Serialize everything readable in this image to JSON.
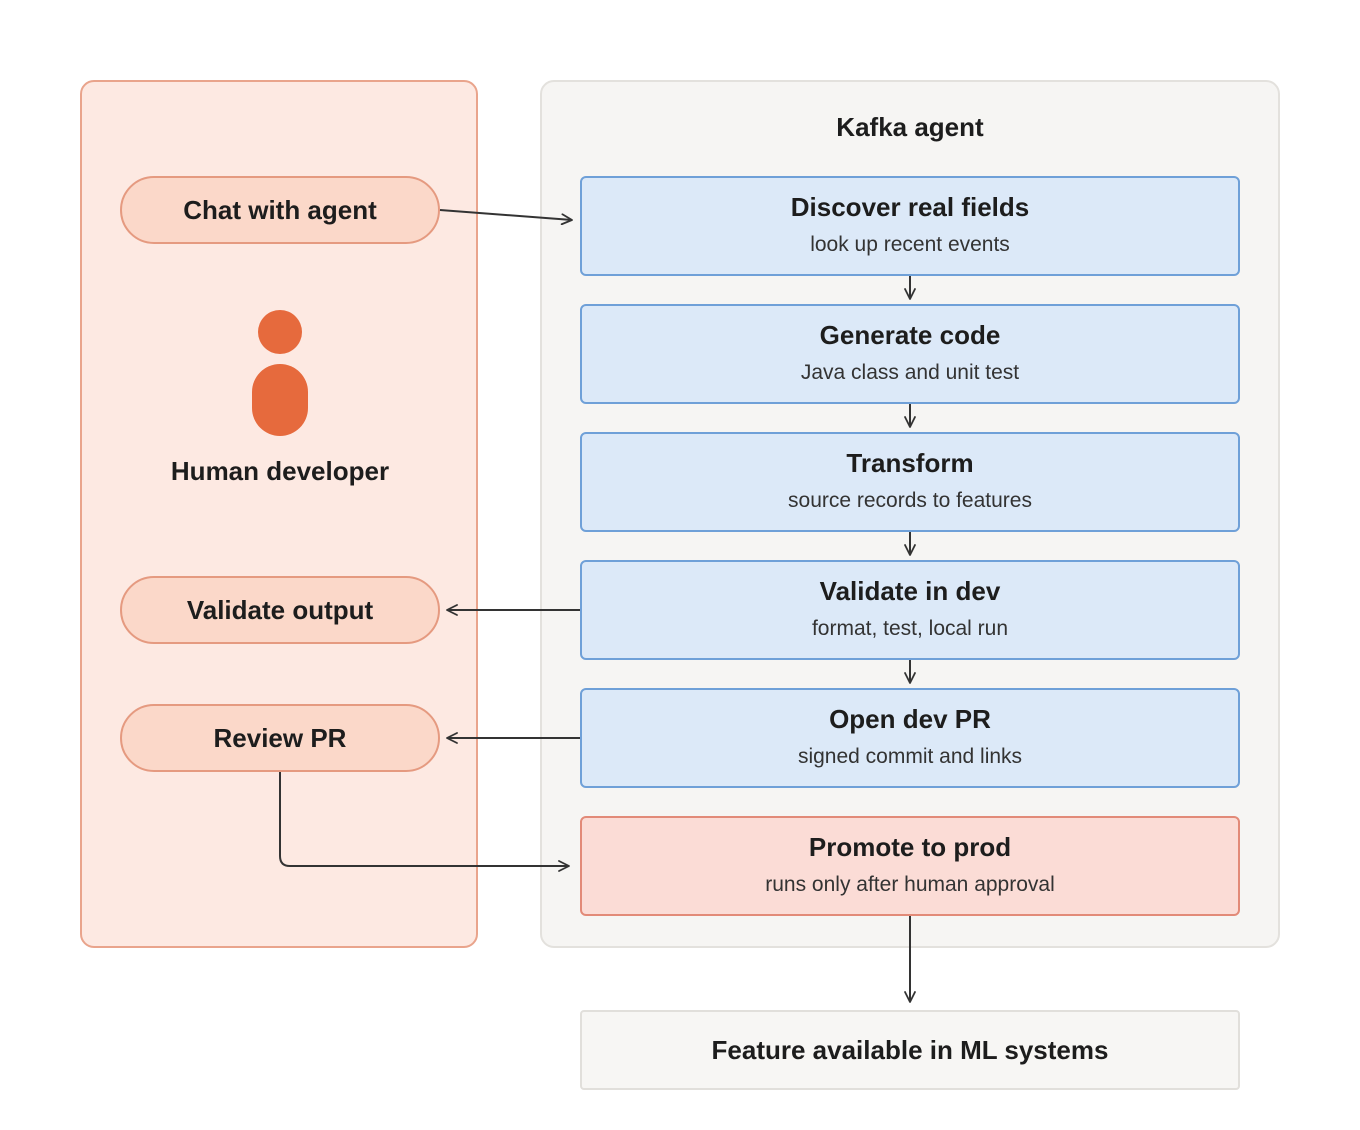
{
  "human": {
    "actions": [
      {
        "label": "Chat with agent"
      },
      {
        "label": "Validate output"
      },
      {
        "label": "Review PR"
      }
    ],
    "person_label": "Human developer"
  },
  "agent": {
    "title": "Kafka agent",
    "steps": [
      {
        "title": "Discover real fields",
        "subtitle": "look up recent events"
      },
      {
        "title": "Generate code",
        "subtitle": "Java class and unit test"
      },
      {
        "title": "Transform",
        "subtitle": "source records to features"
      },
      {
        "title": "Validate in dev",
        "subtitle": "format, test, local run"
      },
      {
        "title": "Open dev PR",
        "subtitle": "signed commit and links"
      },
      {
        "title": "Promote to prod",
        "subtitle": "runs only after human approval"
      }
    ]
  },
  "outcome": {
    "label": "Feature available in ML systems"
  },
  "colors": {
    "human_panel": "#fde9e2",
    "human_accent": "#e66a3d",
    "agent_panel": "#f6f5f3",
    "step_blue": "#dce9f8",
    "step_blue_border": "#6fa0d8",
    "step_red": "#fbdcd6",
    "step_red_border": "#e28a78",
    "connector": "#333333"
  }
}
